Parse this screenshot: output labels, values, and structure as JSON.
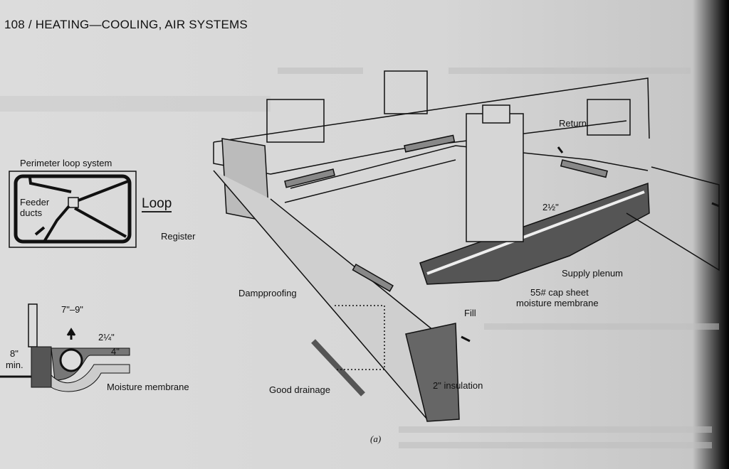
{
  "header": {
    "page_number": "108",
    "separator": "/",
    "section": "HEATING—COOLING, AIR SYSTEMS"
  },
  "inset_plan": {
    "title": "Perimeter loop system",
    "feeder_label": "Feeder ducts",
    "register_label": "Register",
    "loop_label": "Loop"
  },
  "section_detail": {
    "width_dim": "7\"–9\"",
    "depth_dim": "2¼\"",
    "slab_dim": "4\"",
    "height_dim": "8\"",
    "height_note": "min.",
    "membrane_label": "Moisture membrane"
  },
  "main_diagram": {
    "return_label": "Return",
    "pipe_dim": "2½\"",
    "supply_label": "Supply plenum",
    "cap_sheet_label": "55# cap sheet",
    "cap_sheet_label2": "moisture membrane",
    "fill_label": "Fill",
    "dampproofing_label": "Dampproofing",
    "drainage_label": "Good drainage",
    "insulation_label": "2\" insulation",
    "caption": "(a)"
  }
}
